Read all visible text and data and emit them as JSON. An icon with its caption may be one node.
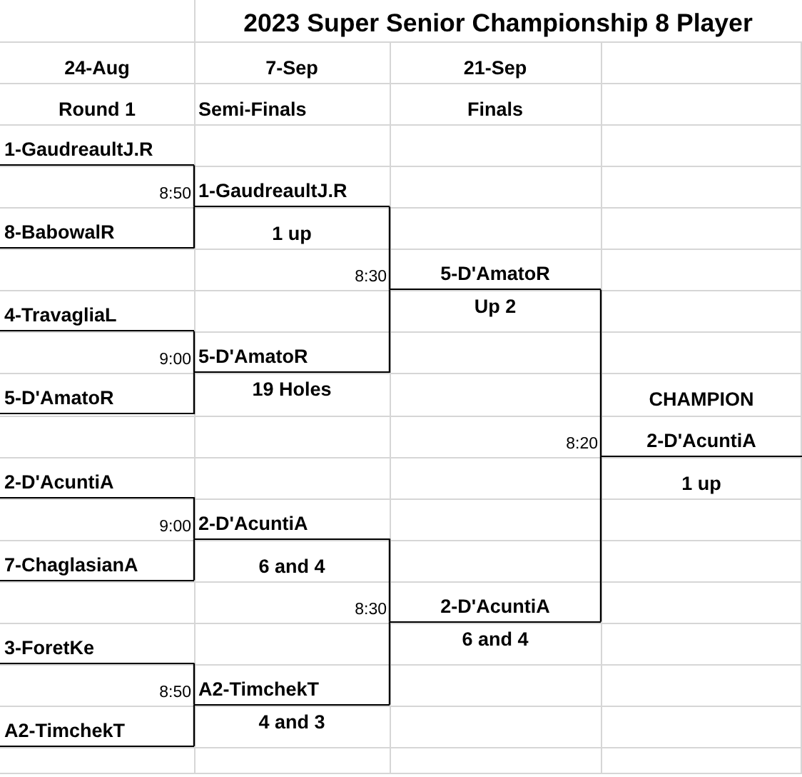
{
  "diagram": {
    "title": "2023 Super Senior Championship 8 Player",
    "nodes": [
      {
        "text": [
          "1-GaudreaultJ.R"
        ]
      },
      {
        "text": [
          "8-BabowalR"
        ]
      },
      {
        "text": [
          "4-TravagliaL"
        ]
      },
      {
        "text": [
          "5-D'AmatoR"
        ]
      },
      {
        "text": [
          "2-D'AcuntiA"
        ]
      },
      {
        "text": [
          "7-ChaglasianA"
        ]
      },
      {
        "text": [
          "3-ForetKe"
        ]
      },
      {
        "text": [
          "A2-TimchekT"
        ]
      },
      {
        "text": [
          "1-GaudreaultJ.R"
        ],
        "beside": [
          "8:50",
          "1 up"
        ]
      },
      {
        "text": [
          "5-D'AmatoR"
        ],
        "beside": [
          "9:00",
          "19 Holes"
        ]
      },
      {
        "text": [
          "2-D'AcuntiA"
        ],
        "beside": [
          "9:00",
          "6 and 4"
        ]
      },
      {
        "text": [
          "A2-TimchekT"
        ],
        "beside": [
          "8:50",
          "4 and 3"
        ]
      },
      {
        "text": [
          "5-D'AmatoR"
        ],
        "beside": [
          "8:30",
          "Up 2"
        ]
      },
      {
        "text": [
          "2-D'AcuntiA"
        ],
        "beside": [
          "8:30",
          "6 and 4"
        ]
      },
      {
        "text": [
          "2-D'AcuntiA"
        ],
        "beside": [
          "8:20",
          "1 up",
          "CHAMPION"
        ]
      }
    ],
    "edges": [
      {
        "from": 0,
        "to": 8,
        "arrow": "none"
      },
      {
        "from": 1,
        "to": 8,
        "arrow": "none"
      },
      {
        "from": 2,
        "to": 9,
        "arrow": "none"
      },
      {
        "from": 3,
        "to": 9,
        "arrow": "none"
      },
      {
        "from": 4,
        "to": 10,
        "arrow": "none"
      },
      {
        "from": 5,
        "to": 10,
        "arrow": "none"
      },
      {
        "from": 6,
        "to": 11,
        "arrow": "none"
      },
      {
        "from": 7,
        "to": 11,
        "arrow": "none"
      },
      {
        "from": 8,
        "to": 12,
        "arrow": "none"
      },
      {
        "from": 9,
        "to": 12,
        "arrow": "none"
      },
      {
        "from": 10,
        "to": 13,
        "arrow": "none"
      },
      {
        "from": 11,
        "to": 13,
        "arrow": "none"
      },
      {
        "from": 12,
        "to": 14,
        "arrow": "none"
      },
      {
        "from": 13,
        "to": 14,
        "arrow": "none"
      }
    ],
    "labels": [
      "24-Aug",
      "7-Sep",
      "21-Sep",
      "Round 1",
      "Semi-Finals",
      "Finals"
    ]
  }
}
